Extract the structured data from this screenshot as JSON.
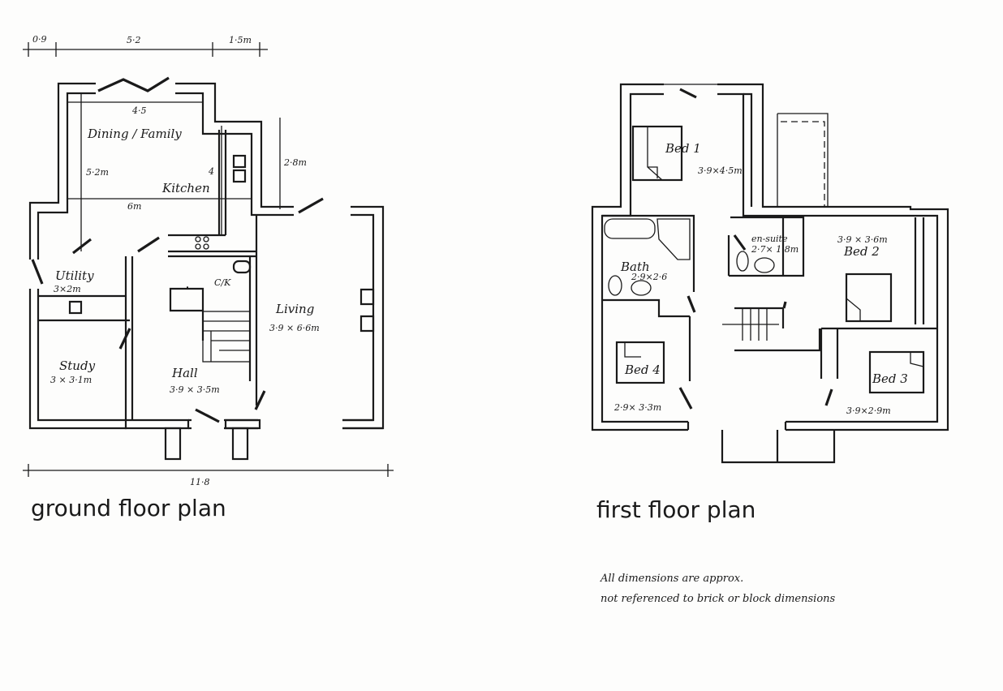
{
  "ground_floor": {
    "title": "ground floor plan",
    "dims": {
      "top_a": "0·9",
      "top_b": "5·2",
      "top_c": "1·5m",
      "dining_width": "4·5",
      "dining_depth": "5·2m",
      "kitchen_width": "4",
      "total_width_inner": "6m",
      "bay_depth": "2·8m",
      "overall": "11·8"
    },
    "rooms": {
      "dining": "Dining / Family",
      "kitchen": "Kitchen",
      "utility": "Utility",
      "utility_size": "3×2m",
      "ck": "C/K",
      "living": "Living",
      "living_size": "3·9 × 6·6m",
      "study": "Study",
      "study_size": "3 × 3·1m",
      "hall": "Hall",
      "hall_size": "3·9 × 3·5m"
    }
  },
  "first_floor": {
    "title": "first floor plan",
    "rooms": {
      "bed1": "Bed 1",
      "bed1_size": "3·9×4·5m",
      "bath": "Bath",
      "bath_size": "2·9×2·6",
      "ensuite": "en-suite",
      "ensuite_size": "2·7× 1·8m",
      "bed2": "Bed 2",
      "bed2_size": "3·9 × 3·6m",
      "bed4": "Bed 4",
      "bed4_size": "2·9× 3·3m",
      "bed3": "Bed 3",
      "bed3_size": "3·9×2·9m"
    }
  },
  "notes": [
    "All dimensions are approx.",
    "not referenced to brick or block dimensions"
  ]
}
